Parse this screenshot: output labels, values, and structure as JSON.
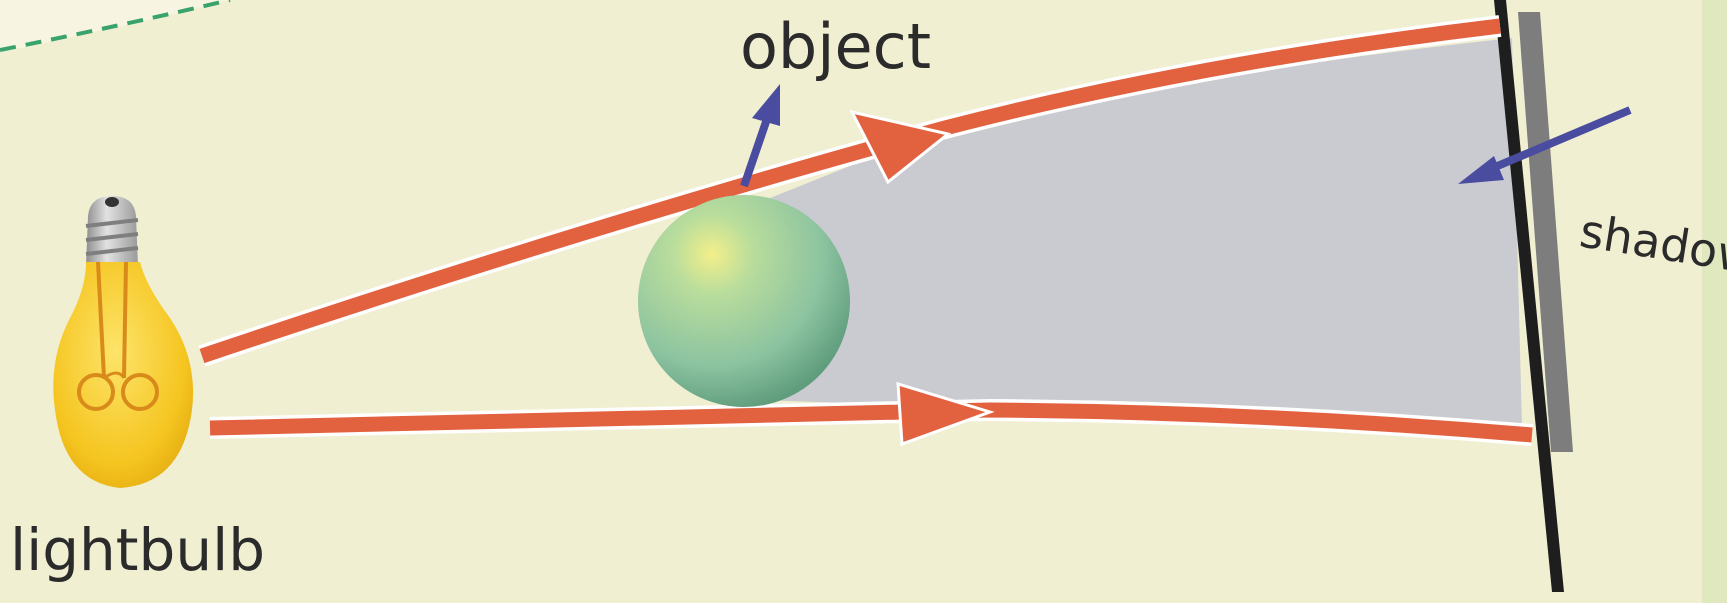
{
  "labels": {
    "lightbulb": "lightbulb",
    "object": "object",
    "shadow": "shadow"
  },
  "colors": {
    "background": "#f1efd2",
    "light_ray": "#e2613f",
    "pointer_arrow": "#4a4ca0",
    "shadow_region": "#c9cbd0",
    "screen": "#1e1e1e",
    "screen_shadow": "#7d7d7d",
    "bulb_glass": "#f5c520",
    "bulb_filament": "#d88a1a",
    "bulb_base": "#b9b9b9",
    "object_ball": "#8fc79f"
  }
}
